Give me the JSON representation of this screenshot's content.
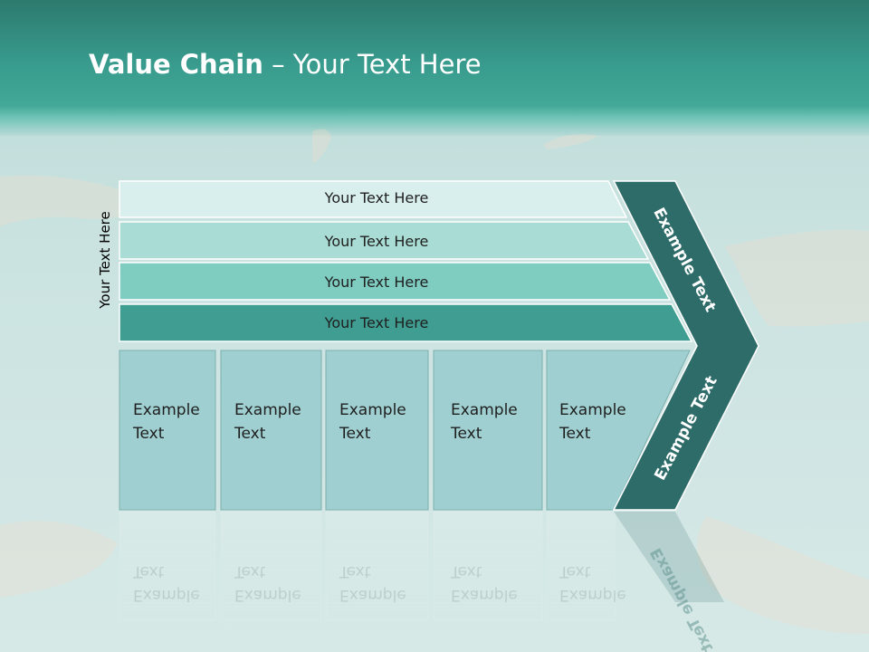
{
  "title": {
    "bold": "Value Chain",
    "rest": " – Your Text Here"
  },
  "side_label": "Your Text Here",
  "bars": [
    {
      "label": "Your Text Here"
    },
    {
      "label": "Your Text Here"
    },
    {
      "label": "Your Text Here"
    },
    {
      "label": "Your Text Here"
    }
  ],
  "columns": [
    {
      "line1": "Example",
      "line2": "Text"
    },
    {
      "line1": "Example",
      "line2": "Text"
    },
    {
      "line1": "Example",
      "line2": "Text"
    },
    {
      "line1": "Example",
      "line2": "Text"
    },
    {
      "line1": "Example",
      "line2": "Text"
    }
  ],
  "chevron": {
    "upper_label": "Example Text",
    "lower_label": "Example Text"
  },
  "colors": {
    "header": "#379a8c",
    "bar_1": "#d8efed",
    "bar_2": "#a9dcd4",
    "bar_3": "#7fccc0",
    "bar_4": "#3f9e91",
    "column": "#9fcfd0",
    "chevron": "#2e6c69"
  }
}
